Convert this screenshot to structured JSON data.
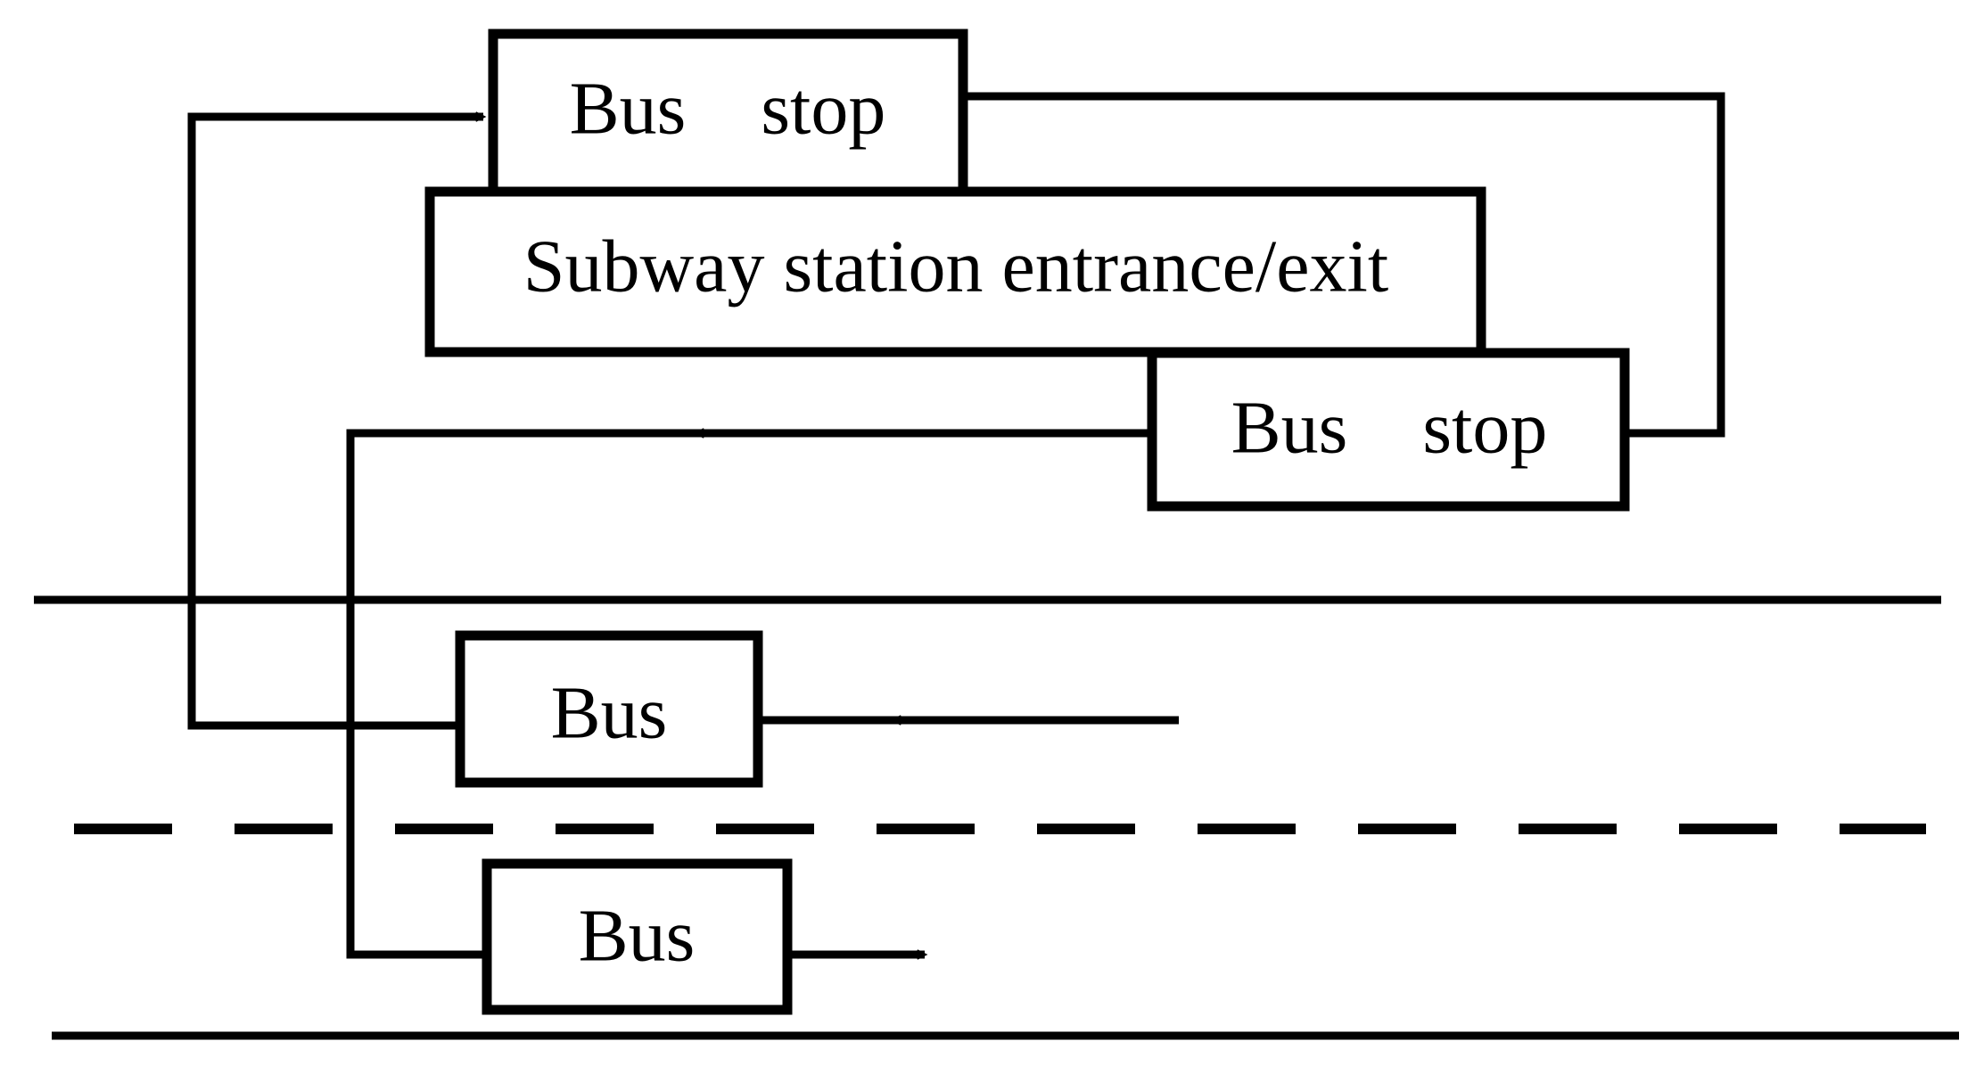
{
  "diagram": {
    "colors": {
      "stroke": "#000000",
      "background": "#ffffff"
    },
    "nodes": {
      "bus_stop_top": {
        "label": "Bus    stop"
      },
      "subway_entrance": {
        "label": "Subway station entrance/exit"
      },
      "bus_stop_right": {
        "label": "Bus    stop"
      },
      "bus_upper": {
        "label": "Bus"
      },
      "bus_lower": {
        "label": "Bus"
      }
    }
  }
}
